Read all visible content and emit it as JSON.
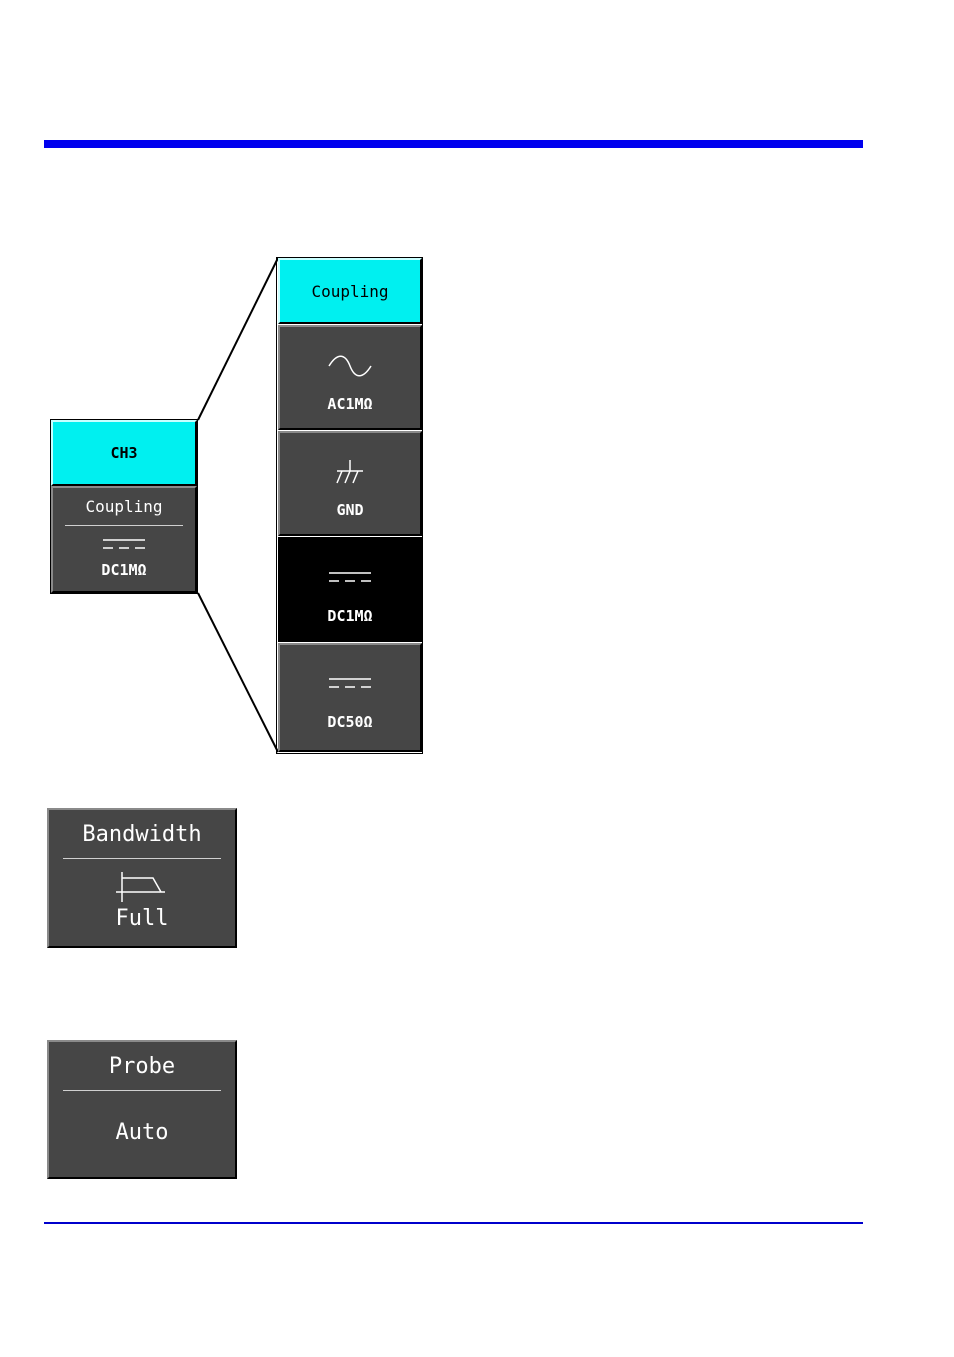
{
  "left_panel": {
    "channel": "CH3",
    "coupling_title": "Coupling",
    "coupling_value": "DC1MΩ",
    "coupling_icon": "dc-coupling-icon"
  },
  "coupling_menu": {
    "title": "Coupling",
    "options": [
      {
        "label": "AC1MΩ",
        "icon": "ac-wave-icon",
        "selected": false
      },
      {
        "label": "GND",
        "icon": "ground-icon",
        "selected": false
      },
      {
        "label": "DC1MΩ",
        "icon": "dc-coupling-icon",
        "selected": true
      },
      {
        "label": "DC50Ω",
        "icon": "dc-coupling-icon",
        "selected": false
      }
    ]
  },
  "bandwidth": {
    "title": "Bandwidth",
    "value": "Full",
    "icon": "lowpass-filter-icon"
  },
  "probe": {
    "title": "Probe",
    "value": "Auto"
  },
  "colors": {
    "rule": "#0000ee",
    "header_cyan": "#00f0f0",
    "button_gray": "#464646",
    "selected_black": "#000000"
  }
}
